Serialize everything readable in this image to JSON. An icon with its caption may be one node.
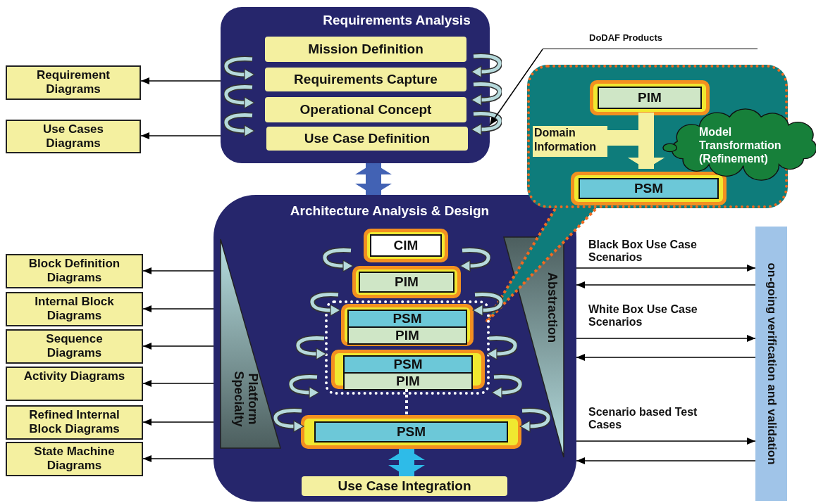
{
  "diagram": {
    "nodes": [
      {
        "text": [
          "Requirements Analysis"
        ]
      },
      {
        "text": [
          "Mission Definition"
        ],
        "in": 0
      },
      {
        "text": [
          "Requirements Capture"
        ],
        "in": 0
      },
      {
        "text": [
          "Operational Concept"
        ],
        "in": 0
      },
      {
        "text": [
          "Use Case Definition"
        ],
        "in": 0
      },
      {
        "text": [
          "Requirement Diagrams"
        ]
      },
      {
        "text": [
          "Use Cases Diagrams"
        ]
      },
      {
        "text": [
          "Architecture Analysis & Design"
        ]
      },
      {
        "text": [
          "CIM"
        ],
        "in": 7
      },
      {
        "text": [
          "PIM"
        ],
        "in": 7
      },
      {
        "text": [
          "PSM",
          "PIM"
        ],
        "in": 7
      },
      {
        "text": [
          "PSM",
          "PIM"
        ],
        "in": 7
      },
      {
        "text": [
          "PSM"
        ],
        "in": 7
      },
      {
        "text": [
          "Use Case Integration"
        ],
        "in": 7
      },
      {
        "text": [
          "Platform Specialty"
        ],
        "in": 7
      },
      {
        "text": [
          "Abstraction"
        ],
        "in": 7
      },
      {
        "text": [
          "Block Definition Diagrams"
        ]
      },
      {
        "text": [
          "Internal Block Diagrams"
        ]
      },
      {
        "text": [
          "Sequence Diagrams"
        ]
      },
      {
        "text": [
          "Activity Diagrams"
        ]
      },
      {
        "text": [
          "Refined Internal Block Diagrams"
        ]
      },
      {
        "text": [
          "State Machine Diagrams"
        ]
      },
      {
        "text": [
          "DoDAF Products"
        ]
      },
      {
        "text": [],
        "shape": "callout"
      },
      {
        "text": [
          "PIM"
        ],
        "in": 23
      },
      {
        "text": [
          "Domain Information"
        ],
        "in": 23
      },
      {
        "text": [
          "PSM"
        ],
        "in": 23
      },
      {
        "text": [
          "Model Transformation (Refinement)"
        ]
      },
      {
        "text": [
          "on-going verification and validation"
        ]
      }
    ],
    "edges": [
      {
        "from": 0,
        "to": 5,
        "arrow": "to"
      },
      {
        "from": 0,
        "to": 6,
        "arrow": "to"
      },
      {
        "from": 7,
        "to": 16,
        "arrow": "to"
      },
      {
        "from": 7,
        "to": 17,
        "arrow": "to"
      },
      {
        "from": 7,
        "to": 18,
        "arrow": "to"
      },
      {
        "from": 7,
        "to": 19,
        "arrow": "to"
      },
      {
        "from": 7,
        "to": 20,
        "arrow": "to"
      },
      {
        "from": 7,
        "to": 21,
        "arrow": "to"
      },
      {
        "from": 0,
        "to": 7,
        "arrow": "both",
        "style": "thick",
        "color": "#4262b4"
      },
      {
        "from": 12,
        "to": 13,
        "arrow": "both",
        "style": "thick",
        "color": "#2ebbe8"
      },
      {
        "from": 22,
        "to": 0,
        "arrow": "to"
      },
      {
        "from": 25,
        "to": 26,
        "arrow": "to",
        "style": "thick",
        "color": "#f4f0a0"
      },
      {
        "from": 24,
        "to": 26,
        "arrow": "to",
        "style": "thick",
        "color": "#f4f0a0"
      },
      {
        "from": 7,
        "to": 28,
        "arrow": "to",
        "label": "Black Box Use Case Scenarios"
      },
      {
        "from": 28,
        "to": 7,
        "arrow": "to"
      },
      {
        "from": 7,
        "to": 28,
        "arrow": "to",
        "label": "White Box Use Case Scenarios"
      },
      {
        "from": 28,
        "to": 7,
        "arrow": "to"
      },
      {
        "from": 7,
        "to": 28,
        "arrow": "to",
        "label": "Scenario based Test Cases"
      },
      {
        "from": 28,
        "to": 7,
        "arrow": "to"
      },
      {
        "from": 11,
        "to": 12,
        "arrow": "none",
        "style": "dashed",
        "color": "#ffffff"
      }
    ]
  }
}
